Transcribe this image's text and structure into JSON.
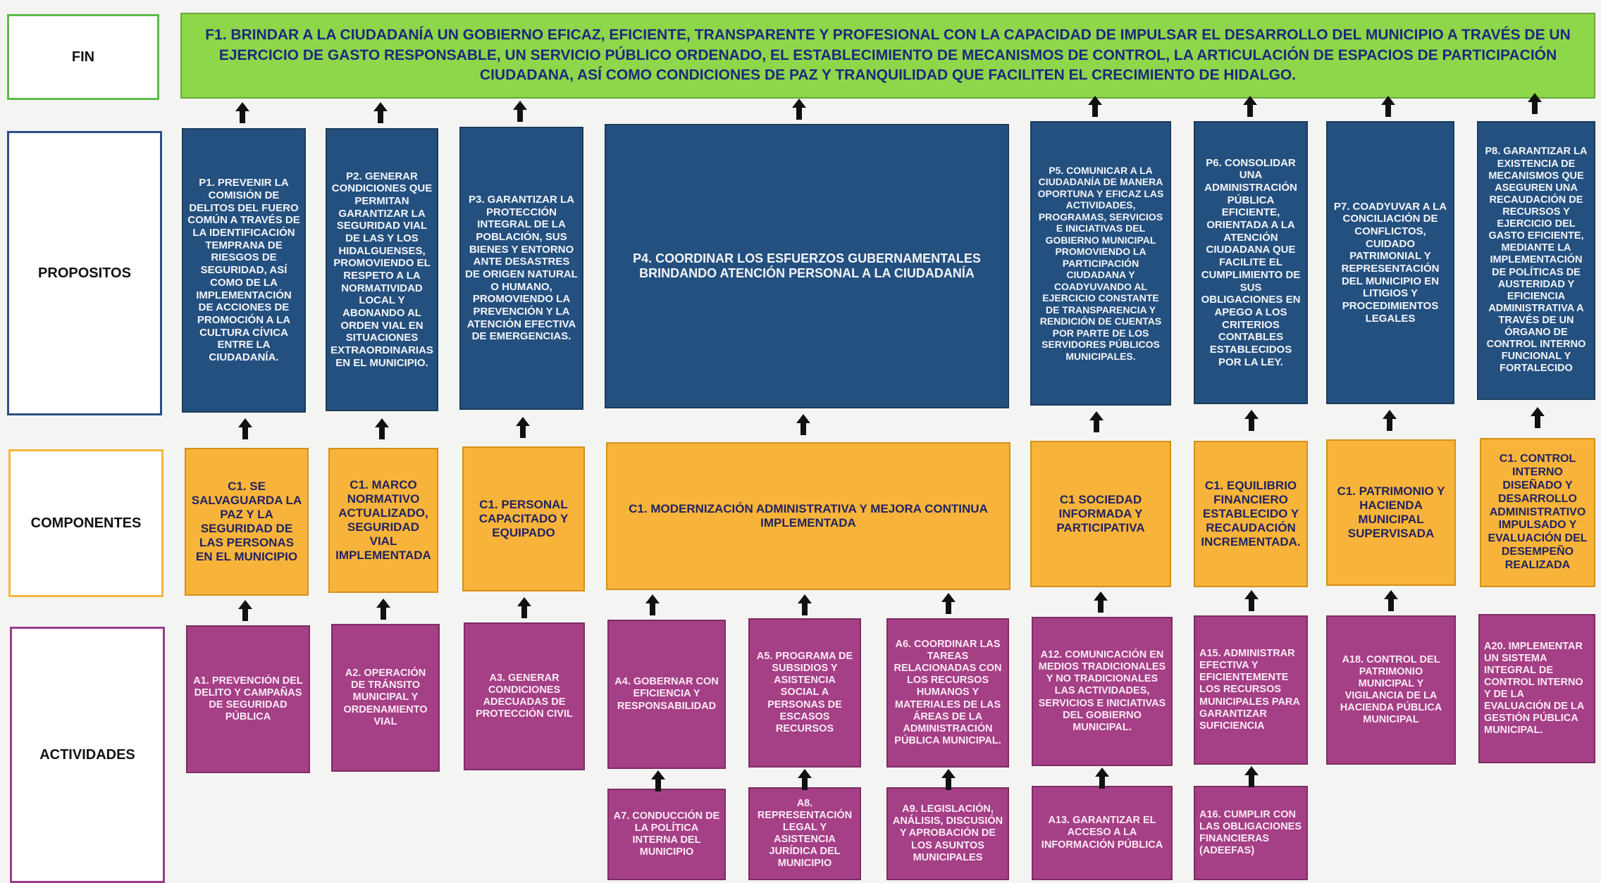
{
  "row_labels": {
    "fin": "FIN",
    "propositos": "PROPOSITOS",
    "componentes": "COMPONENTES",
    "actividades": "ACTIVIDADES"
  },
  "fin": "F1. BRINDAR A LA CIUDADANÍA UN GOBIERNO EFICAZ, EFICIENTE, TRANSPARENTE Y PROFESIONAL CON LA CAPACIDAD DE IMPULSAR EL DESARROLLO DEL MUNICIPIO A TRAVÉS DE UN EJERCICIO DE GASTO RESPONSABLE, UN SERVICIO PÚBLICO ORDENADO, EL ESTABLECIMIENTO DE MECANISMOS DE CONTROL, LA ARTICULACIÓN DE ESPACIOS DE PARTICIPACIÓN CIUDADANA, ASÍ COMO CONDICIONES DE PAZ Y TRANQUILIDAD QUE FACILITEN EL CRECIMIENTO DE HIDALGO.",
  "propositos": [
    "P1. PREVENIR LA COMISIÓN DE DELITOS DEL FUERO COMÚN A TRAVÉS DE LA IDENTIFICACIÓN TEMPRANA DE RIESGOS DE SEGURIDAD, ASÍ COMO DE LA IMPLEMENTACIÓN DE ACCIONES DE PROMOCIÓN A LA CULTURA CÍVICA ENTRE LA CIUDADANÍA.",
    "P2. GENERAR CONDICIONES QUE PERMITAN GARANTIZAR LA SEGURIDAD VIAL DE LAS Y LOS HIDALGUENSES, PROMOVIENDO EL RESPETO A LA NORMATIVIDAD LOCAL Y ABONANDO AL ORDEN VIAL EN SITUACIONES EXTRAORDINARIAS EN EL MUNICIPIO.",
    "P3. GARANTIZAR LA PROTECCIÓN INTEGRAL DE LA POBLACIÓN, SUS BIENES Y ENTORNO ANTE DESASTRES DE ORIGEN NATURAL O HUMANO, PROMOVIENDO LA PREVENCIÓN Y LA ATENCIÓN EFECTIVA DE EMERGENCIAS.",
    "P4. COORDINAR LOS ESFUERZOS GUBERNAMENTALES BRINDANDO ATENCIÓN PERSONAL A LA CIUDADANÍA",
    "P5. COMUNICAR A LA CIUDADANÍA DE MANERA OPORTUNA Y EFICAZ LAS ACTIVIDADES, PROGRAMAS, SERVICIOS E INICIATIVAS DEL GOBIERNO MUNICIPAL PROMOVIENDO LA PARTICIPACIÓN CIUDADANA Y COADYUVANDO AL EJERCICIO CONSTANTE DE TRANSPARENCIA Y RENDICIÓN DE CUENTAS POR PARTE DE LOS SERVIDORES PÚBLICOS MUNICIPALES.",
    "P6. CONSOLIDAR UNA ADMINISTRACIÓN PÚBLICA EFICIENTE, ORIENTADA A LA ATENCIÓN CIUDADANA QUE FACILITE EL CUMPLIMIENTO DE SUS OBLIGACIONES EN APEGO A LOS CRITERIOS CONTABLES ESTABLECIDOS POR LA LEY.",
    "P7. COADYUVAR A LA CONCILIACIÓN DE CONFLICTOS, CUIDADO PATRIMONIAL Y REPRESENTACIÓN DEL MUNICIPIO EN LITIGIOS Y PROCEDIMIENTOS LEGALES",
    "P8. GARANTIZAR LA EXISTENCIA DE MECANISMOS QUE ASEGUREN UNA RECAUDACIÓN DE RECURSOS Y EJERCICIO DEL GASTO EFICIENTE, MEDIANTE LA IMPLEMENTACIÓN DE POLÍTICAS DE AUSTERIDAD Y EFICIENCIA ADMINISTRATIVA A TRAVÉS DE UN ÓRGANO DE CONTROL INTERNO FUNCIONAL Y FORTALECIDO"
  ],
  "componentes": [
    "C1. SE SALVAGUARDA LA PAZ Y LA SEGURIDAD DE LAS PERSONAS EN EL MUNICIPIO",
    "C1. MARCO NORMATIVO ACTUALIZADO, SEGURIDAD VIAL IMPLEMENTADA",
    "C1. PERSONAL CAPACITADO Y EQUIPADO",
    "C1. MODERNIZACIÓN ADMINISTRATIVA Y MEJORA CONTINUA IMPLEMENTADA",
    "C1 SOCIEDAD INFORMADA Y PARTICIPATIVA",
    "C1. EQUILIBRIO FINANCIERO ESTABLECIDO Y RECAUDACIÓN INCREMENTADA.",
    "C1. PATRIMONIO Y HACIENDA MUNICIPAL SUPERVISADA",
    "C1. CONTROL INTERNO DISEÑADO Y DESARROLLO ADMINISTRATIVO IMPULSADO Y EVALUACIÓN DEL DESEMPEÑO REALIZADA"
  ],
  "actividades": [
    "A1. PREVENCIÓN DEL DELITO Y CAMPAÑAS DE SEGURIDAD PÚBLICA",
    "A2. OPERACIÓN DE TRÁNSITO MUNICIPAL Y ORDENAMIENTO VIAL",
    "A3. GENERAR CONDICIONES ADECUADAS DE PROTECCIÓN CIVIL",
    "A4. GOBERNAR CON EFICIENCIA Y RESPONSABILIDAD",
    "A5. PROGRAMA DE SUBSIDIOS Y ASISTENCIA SOCIAL A PERSONAS DE ESCASOS RECURSOS",
    "A6. COORDINAR LAS TAREAS RELACIONADAS CON LOS RECURSOS HUMANOS Y MATERIALES DE LAS ÁREAS DE LA ADMINISTRACIÓN PÚBLICA MUNICIPAL.",
    "A12. COMUNICACIÓN EN MEDIOS TRADICIONALES Y NO TRADICIONALES LAS ACTIVIDADES, SERVICIOS E INICIATIVAS DEL GOBIERNO MUNICIPAL.",
    "A15. ADMINISTRAR EFECTIVA Y EFICIENTEMENTE LOS RECURSOS MUNICIPALES PARA GARANTIZAR SUFICIENCIA",
    "A18. CONTROL DEL PATRIMONIO MUNICIPAL Y VIGILANCIA DE LA HACIENDA PÚBLICA MUNICIPAL",
    "A20. IMPLEMENTAR UN SISTEMA INTEGRAL DE CONTROL INTERNO Y DE LA EVALUACIÓN DE LA GESTIÓN PÚBLICA MUNICIPAL.",
    "A7. CONDUCCIÓN DE LA POLÍTICA INTERNA DEL MUNICIPIO",
    "A8. REPRESENTACIÓN LEGAL Y ASISTENCIA JURÍDICA DEL MUNICIPIO",
    "A9. LEGISLACIÓN, ANÁLISIS, DISCUSIÓN Y APROBACIÓN DE LOS ASUNTOS MUNICIPALES",
    "A13. GARANTIZAR EL ACCESO A LA INFORMACIÓN PÚBLICA",
    "A16. CUMPLIR CON LAS OBLIGACIONES FINANCIERAS (ADEEFAS)"
  ]
}
